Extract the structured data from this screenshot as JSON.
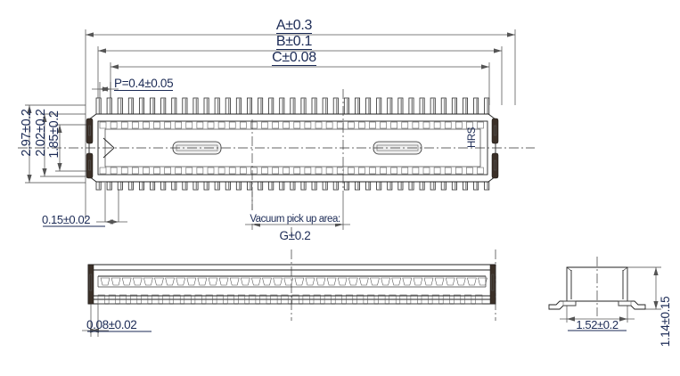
{
  "drawing": {
    "type": "connector-mechanical-drawing",
    "brand_mark": "HRS",
    "views": {
      "top": "top-view",
      "front": "front-view",
      "side": "side-section-view"
    }
  },
  "dimensions": {
    "overall_a": "A±0.3",
    "overall_b": "B±0.1",
    "overall_c": "C±0.08",
    "pitch": "P=0.4±0.05",
    "height_total": "2.97±0.2",
    "height_mid": "2.02±0.2",
    "height_inner": "1.85±0.2",
    "tab_width": "0.15±0.02",
    "lead_thickness": "0.08±0.02",
    "foot_span": "1.52±0.2",
    "body_height": "1.14±0.15",
    "vacuum_span": "G±0.2"
  },
  "notes": {
    "vacuum_label": "Vacuum pick up area:"
  },
  "colors": {
    "text": "#1b2a55",
    "line": "#222222",
    "background": "#ffffff",
    "solder_tab": "#3b3028"
  },
  "geometry": {
    "pin_count_top": 37,
    "pin_count_front": 37
  }
}
